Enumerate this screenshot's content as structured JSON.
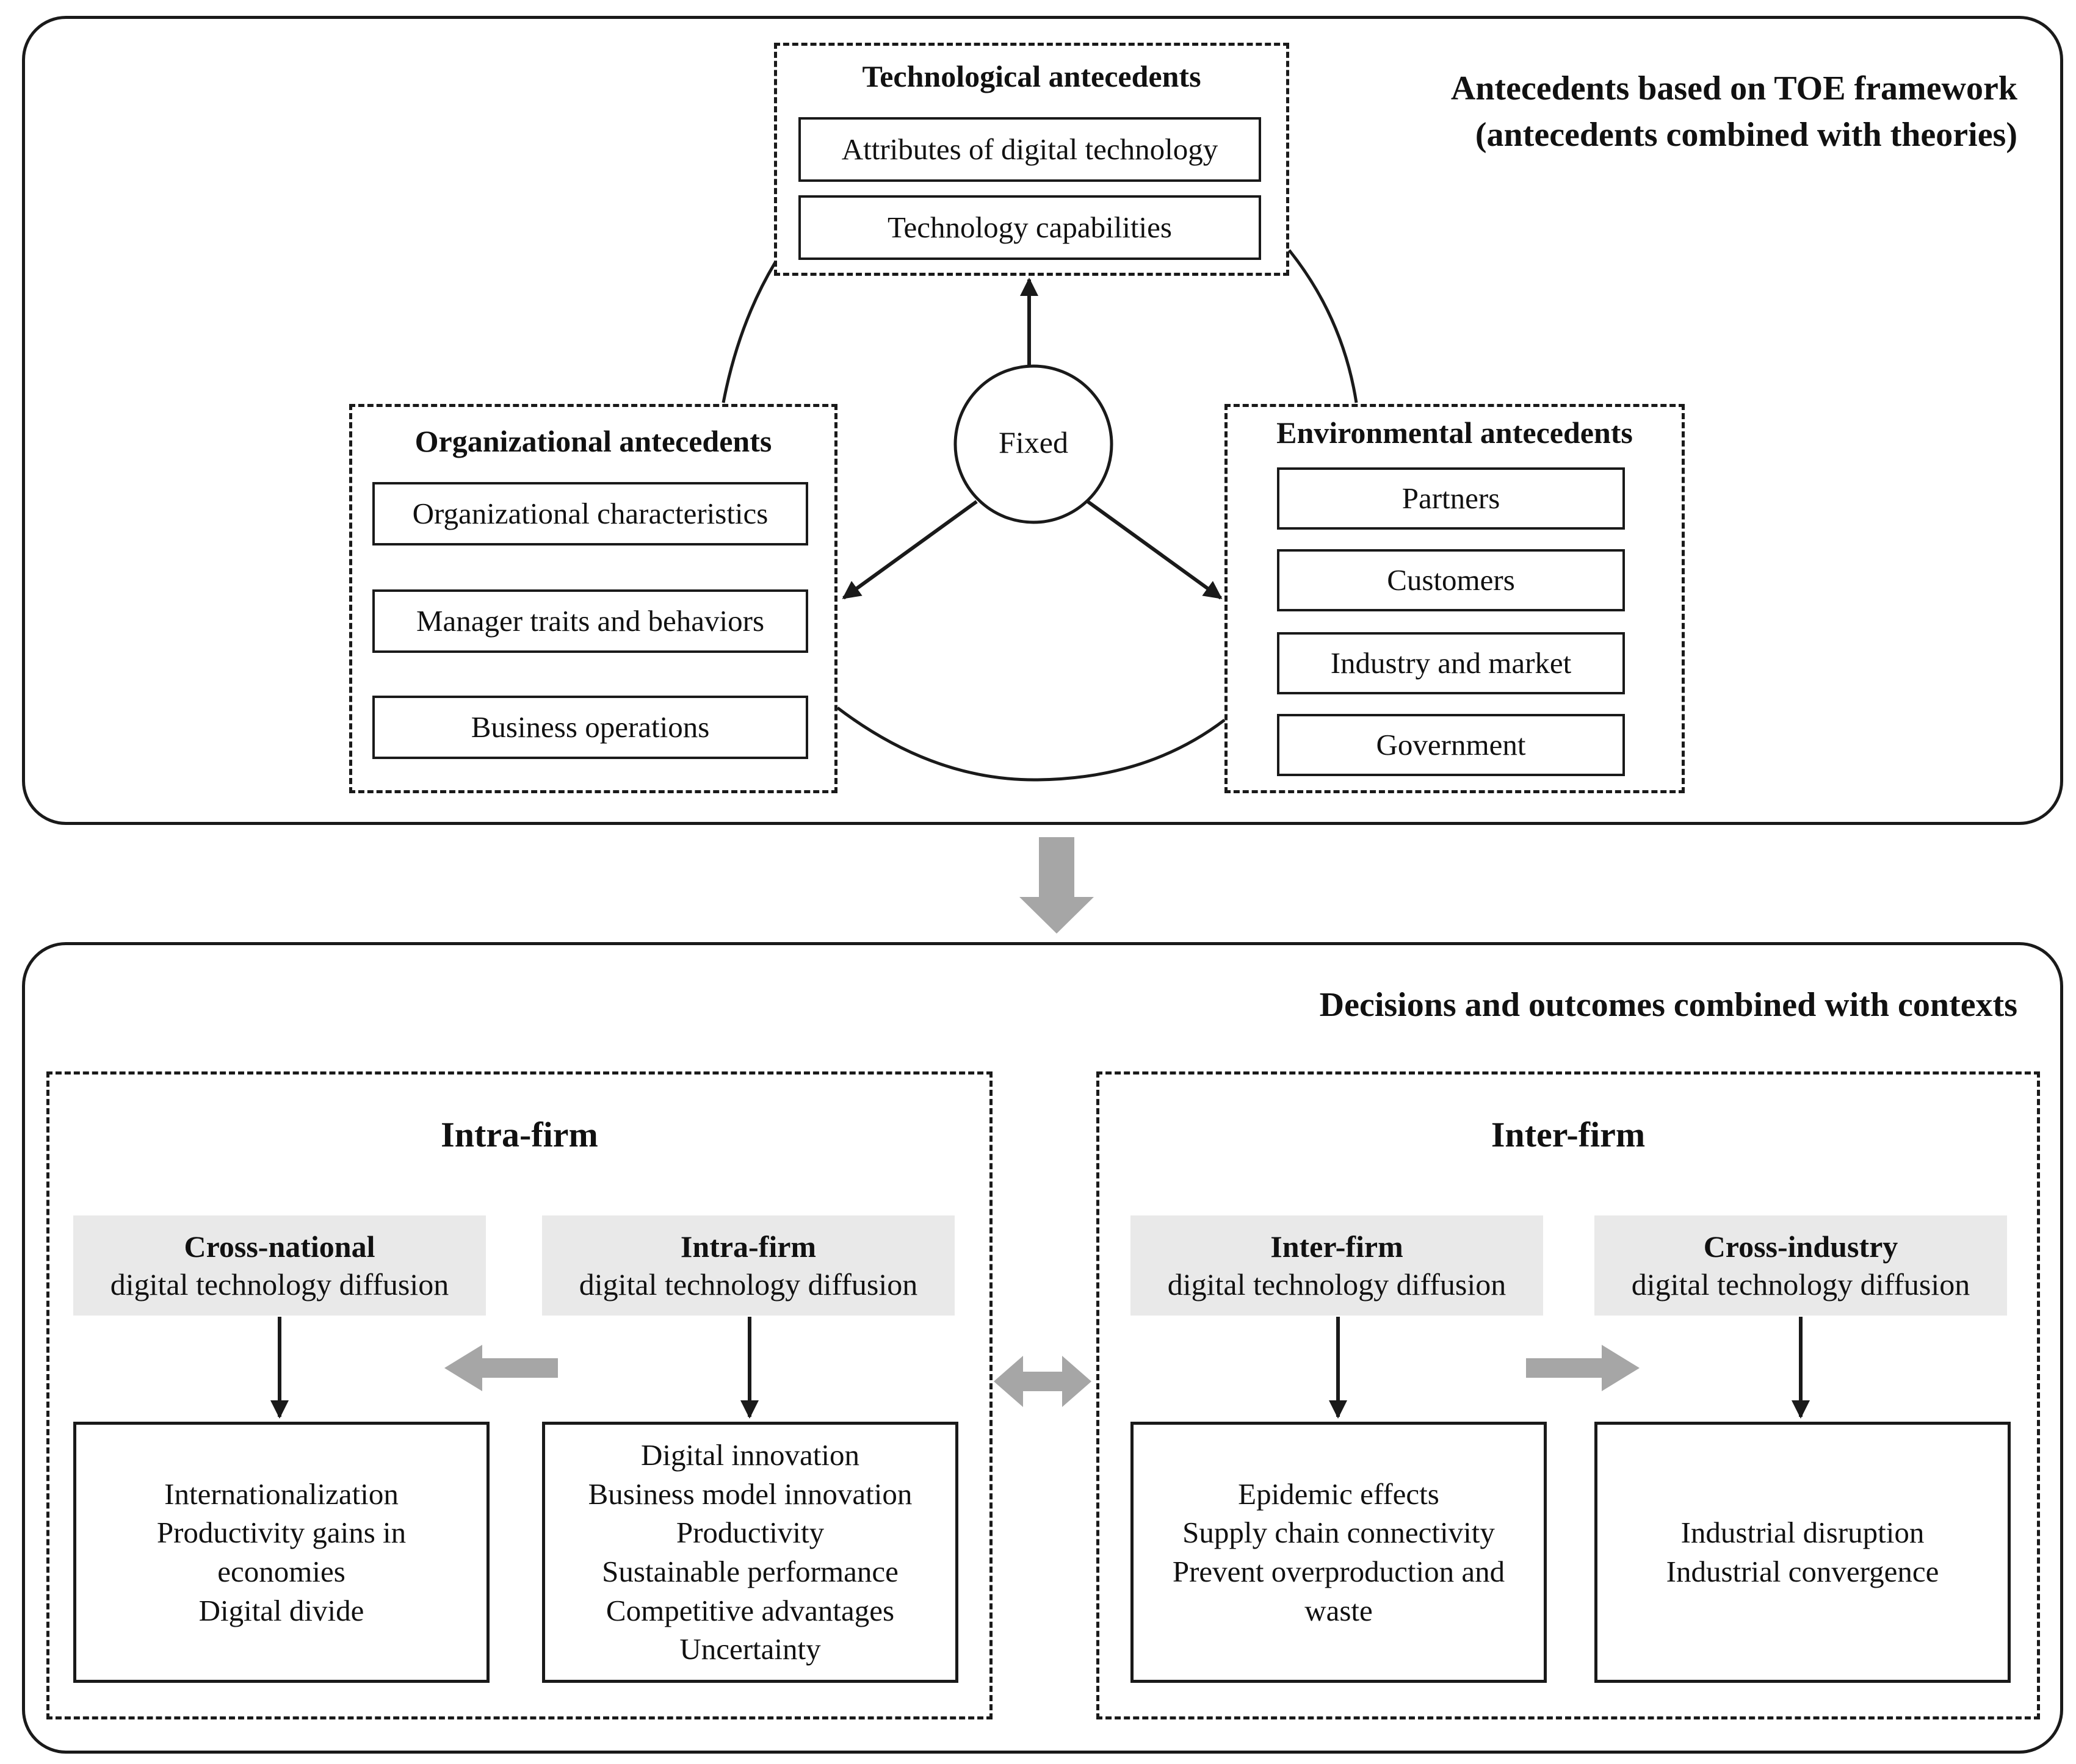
{
  "top_panel": {
    "title_line1": "Antecedents based on TOE framework",
    "title_line2": "(antecedents combined with theories)",
    "center_label": "Fixed",
    "technological": {
      "title": "Technological antecedents",
      "items": [
        "Attributes of digital technology",
        "Technology capabilities"
      ]
    },
    "organizational": {
      "title": "Organizational antecedents",
      "items": [
        "Organizational characteristics",
        "Manager traits and behaviors",
        "Business operations"
      ]
    },
    "environmental": {
      "title": "Environmental antecedents",
      "items": [
        "Partners",
        "Customers",
        "Industry and market",
        "Government"
      ]
    }
  },
  "bottom_panel": {
    "title": "Decisions and outcomes combined with contexts",
    "intra_firm_section": {
      "title": "Intra-firm",
      "cross_national": {
        "heading": "Cross-national",
        "subheading": "digital technology diffusion",
        "outcomes": [
          "Internationalization",
          "Productivity gains in",
          "economies",
          "Digital divide"
        ]
      },
      "intra_firm": {
        "heading": "Intra-firm",
        "subheading": "digital technology diffusion",
        "outcomes": [
          "Digital innovation",
          "Business model innovation",
          "Productivity",
          "Sustainable performance",
          "Competitive advantages",
          "Uncertainty"
        ]
      }
    },
    "inter_firm_section": {
      "title": "Inter-firm",
      "inter_firm": {
        "heading": "Inter-firm",
        "subheading": "digital technology diffusion",
        "outcomes": [
          "Epidemic effects",
          "Supply chain connectivity",
          "Prevent overproduction and",
          "waste"
        ]
      },
      "cross_industry": {
        "heading": "Cross-industry",
        "subheading": "digital technology diffusion",
        "outcomes": [
          "Industrial disruption",
          "Industrial convergence"
        ]
      }
    }
  },
  "colors": {
    "line": "#1a1a1a",
    "gray_arrow": "#a6a6a6",
    "gray_box": "#e9e9e9"
  }
}
